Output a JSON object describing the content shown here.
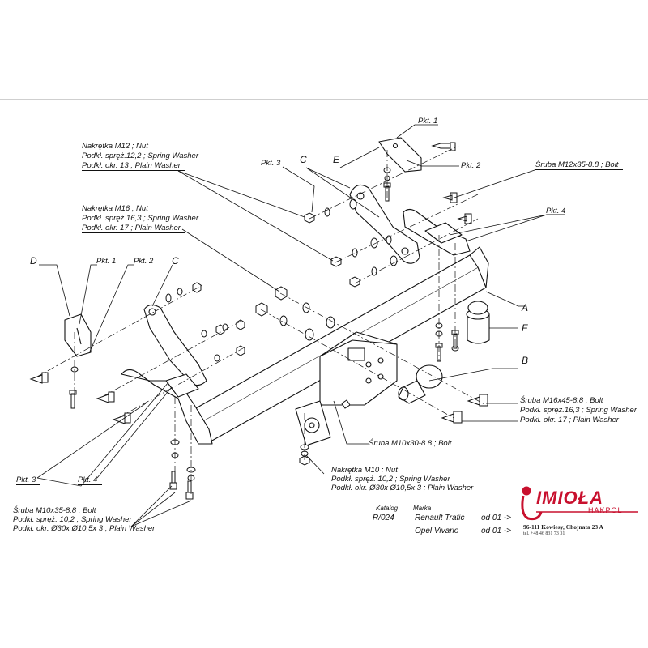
{
  "labels": {
    "pkt1_top": "Pkt. 1",
    "pkt2_top": "Pkt. 2",
    "pkt3_top": "Pkt. 3",
    "pkt4_top": "Pkt. 4",
    "pkt1_left": "Pkt. 1",
    "pkt2_left": "Pkt. 2",
    "pkt3_bottom": "Pkt. 3",
    "pkt4_bottom": "Pkt. 4",
    "letter_c_top": "C",
    "letter_e": "E",
    "letter_d": "D",
    "letter_c_left": "C",
    "letter_a": "A",
    "letter_f": "F",
    "letter_b": "B",
    "m12_1": "Nakrętka  M12 ; Nut",
    "m12_2": "Podkł. spręż.12,2 ; Spring Washer",
    "m12_3": "Podkł. okr. 13 ; Plain Washer",
    "m16_1": "Nakrętka  M16 ; Nut",
    "m16_2": "Podkł. spręż.16,3 ; Spring Washer",
    "m16_3": "Podkł. okr. 17 ; Plain Washer",
    "bolt_m12": "Śruba M12x35-8.8 ;  Bolt",
    "bolt_m16_1": "Śruba M16x45-8.8 ;  Bolt",
    "bolt_m16_2": "Podkł. spręż.16,3 ; Spring Washer",
    "bolt_m16_3": "Podkł. okr. 17 ; Plain Washer",
    "bolt_m10x30": "Śruba M10x30-8.8 ;  Bolt",
    "m10_1": "Nakrętka  M10 ; Nut",
    "m10_2": "Podkł. spręż. 10,2 ; Spring Washer",
    "m10_3": "Podkł. okr.  Ø30x Ø10,5x 3 ; Plain Washer",
    "bolt_m10x35_1": "Śruba M10x35-8.8 ;  Bolt",
    "bolt_m10x35_2": "Podkł. spręż. 10,2 ; Spring Washer",
    "bolt_m10x35_3": "Podkł. okr.  Ø30x Ø10,5x 3 ; Plain Washer"
  },
  "catalog": {
    "katalog_label": "Katalog",
    "katalog_value": "R/024",
    "marka_label": "Marka",
    "vehicles": [
      {
        "name": "Renault Trafic",
        "from": "od 01 ->"
      },
      {
        "name": "Opel Vivario",
        "from": "od 01 ->"
      }
    ]
  },
  "logo": {
    "word": "IMIOŁA",
    "sub": "HAKPOL",
    "address": "96-111 Kowiesy, Chojnata 23 A",
    "tel": "tel. +48 46 831 73 31",
    "color": "#c8102e"
  }
}
